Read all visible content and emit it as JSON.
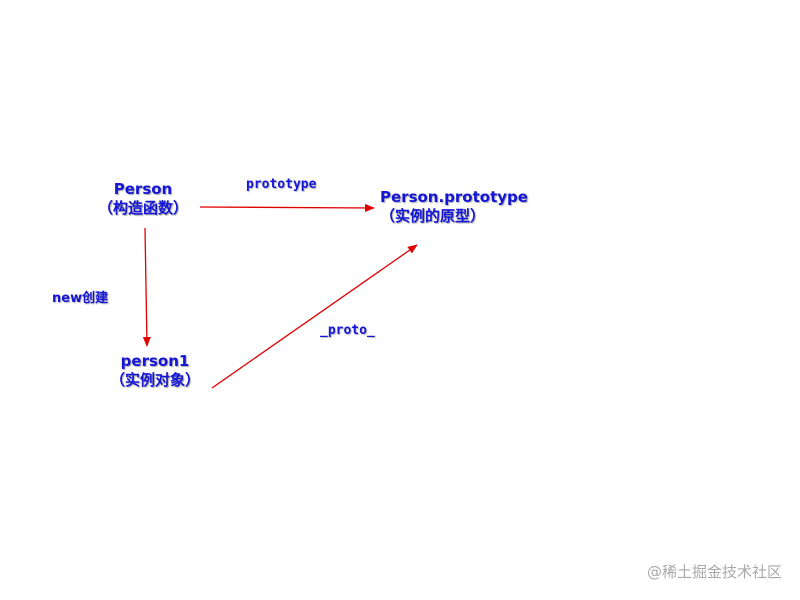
{
  "nodes": {
    "person": {
      "name": "Person",
      "desc": "（构造函数）"
    },
    "person_prototype": {
      "name": "Person.prototype",
      "desc": "（实例的原型）"
    },
    "person1": {
      "name": "person1",
      "desc": "（实例对象）"
    }
  },
  "edges": {
    "prototype_label": "prototype",
    "new_label": "new创建",
    "proto_label": "_proto_"
  },
  "colors": {
    "text": "#1515d8",
    "arrow": "#e00000"
  },
  "watermark": "@稀土掘金技术社区"
}
